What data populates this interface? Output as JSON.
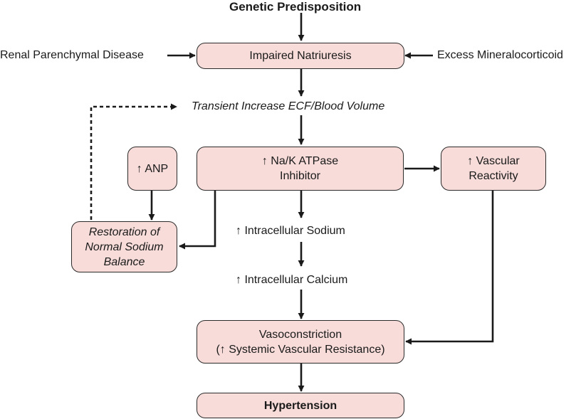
{
  "nodes": {
    "genetic": "Genetic Predisposition",
    "renal": "Renal Parenchymal Disease",
    "impaired": "Impaired Natriuresis",
    "mineralo": "Excess Mineralocorticoid",
    "transient": "Transient Increase ECF/Blood Volume",
    "anp": "↑ ANP",
    "atpase_line1": "↑ Na/K ATPase",
    "atpase_line2": "Inhibitor",
    "vascular_line1": "↑ Vascular",
    "vascular_line2": "Reactivity",
    "restore_line1": "Restoration of",
    "restore_line2": "Normal Sodium",
    "restore_line3": "Balance",
    "sodium": "↑ Intracellular Sodium",
    "calcium": "↑ Intracellular Calcium",
    "vaso_line1": "Vasoconstriction",
    "vaso_line2": "(↑ Systemic Vascular Resistance)",
    "hypertension": "Hypertension"
  },
  "colors": {
    "box_fill": "#f7dcd9",
    "stroke": "#1a1a1a"
  }
}
